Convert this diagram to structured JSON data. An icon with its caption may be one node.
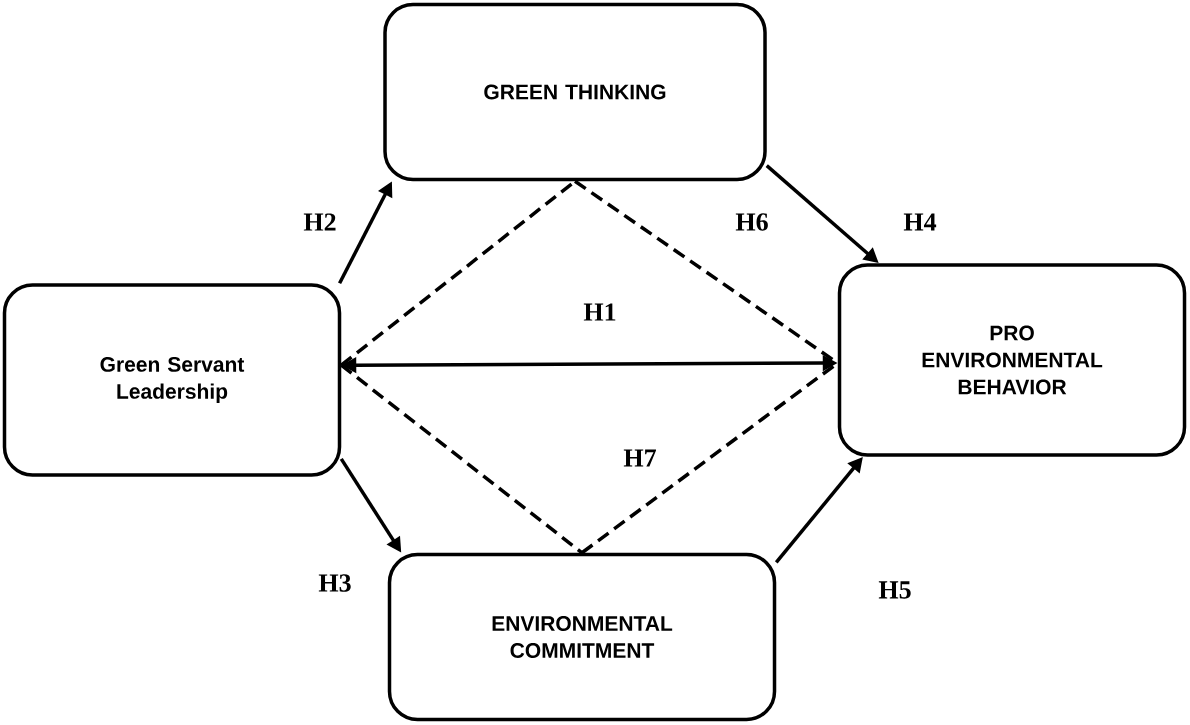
{
  "diagram": {
    "nodes": [
      {
        "text": [
          "Green Servant Leadership"
        ]
      },
      {
        "text": [
          "GREEN THINKING"
        ]
      },
      {
        "text": [
          "PRO ENVIRONMENTAL BEHAVIOR"
        ]
      },
      {
        "text": [
          "ENVIRONMENTAL COMMITMENT"
        ]
      }
    ],
    "edges": [
      {
        "from": 0,
        "to": 1,
        "arrow": "to",
        "label": "H2"
      },
      {
        "from": 1,
        "to": 2,
        "arrow": "to",
        "label": "H4"
      },
      {
        "from": 0,
        "to": 2,
        "arrow": "both",
        "label": "H1"
      },
      {
        "from": 0,
        "to": 1,
        "arrow": "none",
        "style": "dashed"
      },
      {
        "from": 1,
        "to": 2,
        "arrow": "none",
        "style": "dashed",
        "label": "H6"
      },
      {
        "from": 0,
        "to": 3,
        "arrow": "none",
        "style": "dashed"
      },
      {
        "from": 3,
        "to": 2,
        "arrow": "none",
        "style": "dashed",
        "label": "H7"
      },
      {
        "from": 0,
        "to": 3,
        "arrow": "to",
        "label": "H3"
      },
      {
        "from": 3,
        "to": 2,
        "arrow": "to",
        "label": "H5"
      }
    ]
  }
}
